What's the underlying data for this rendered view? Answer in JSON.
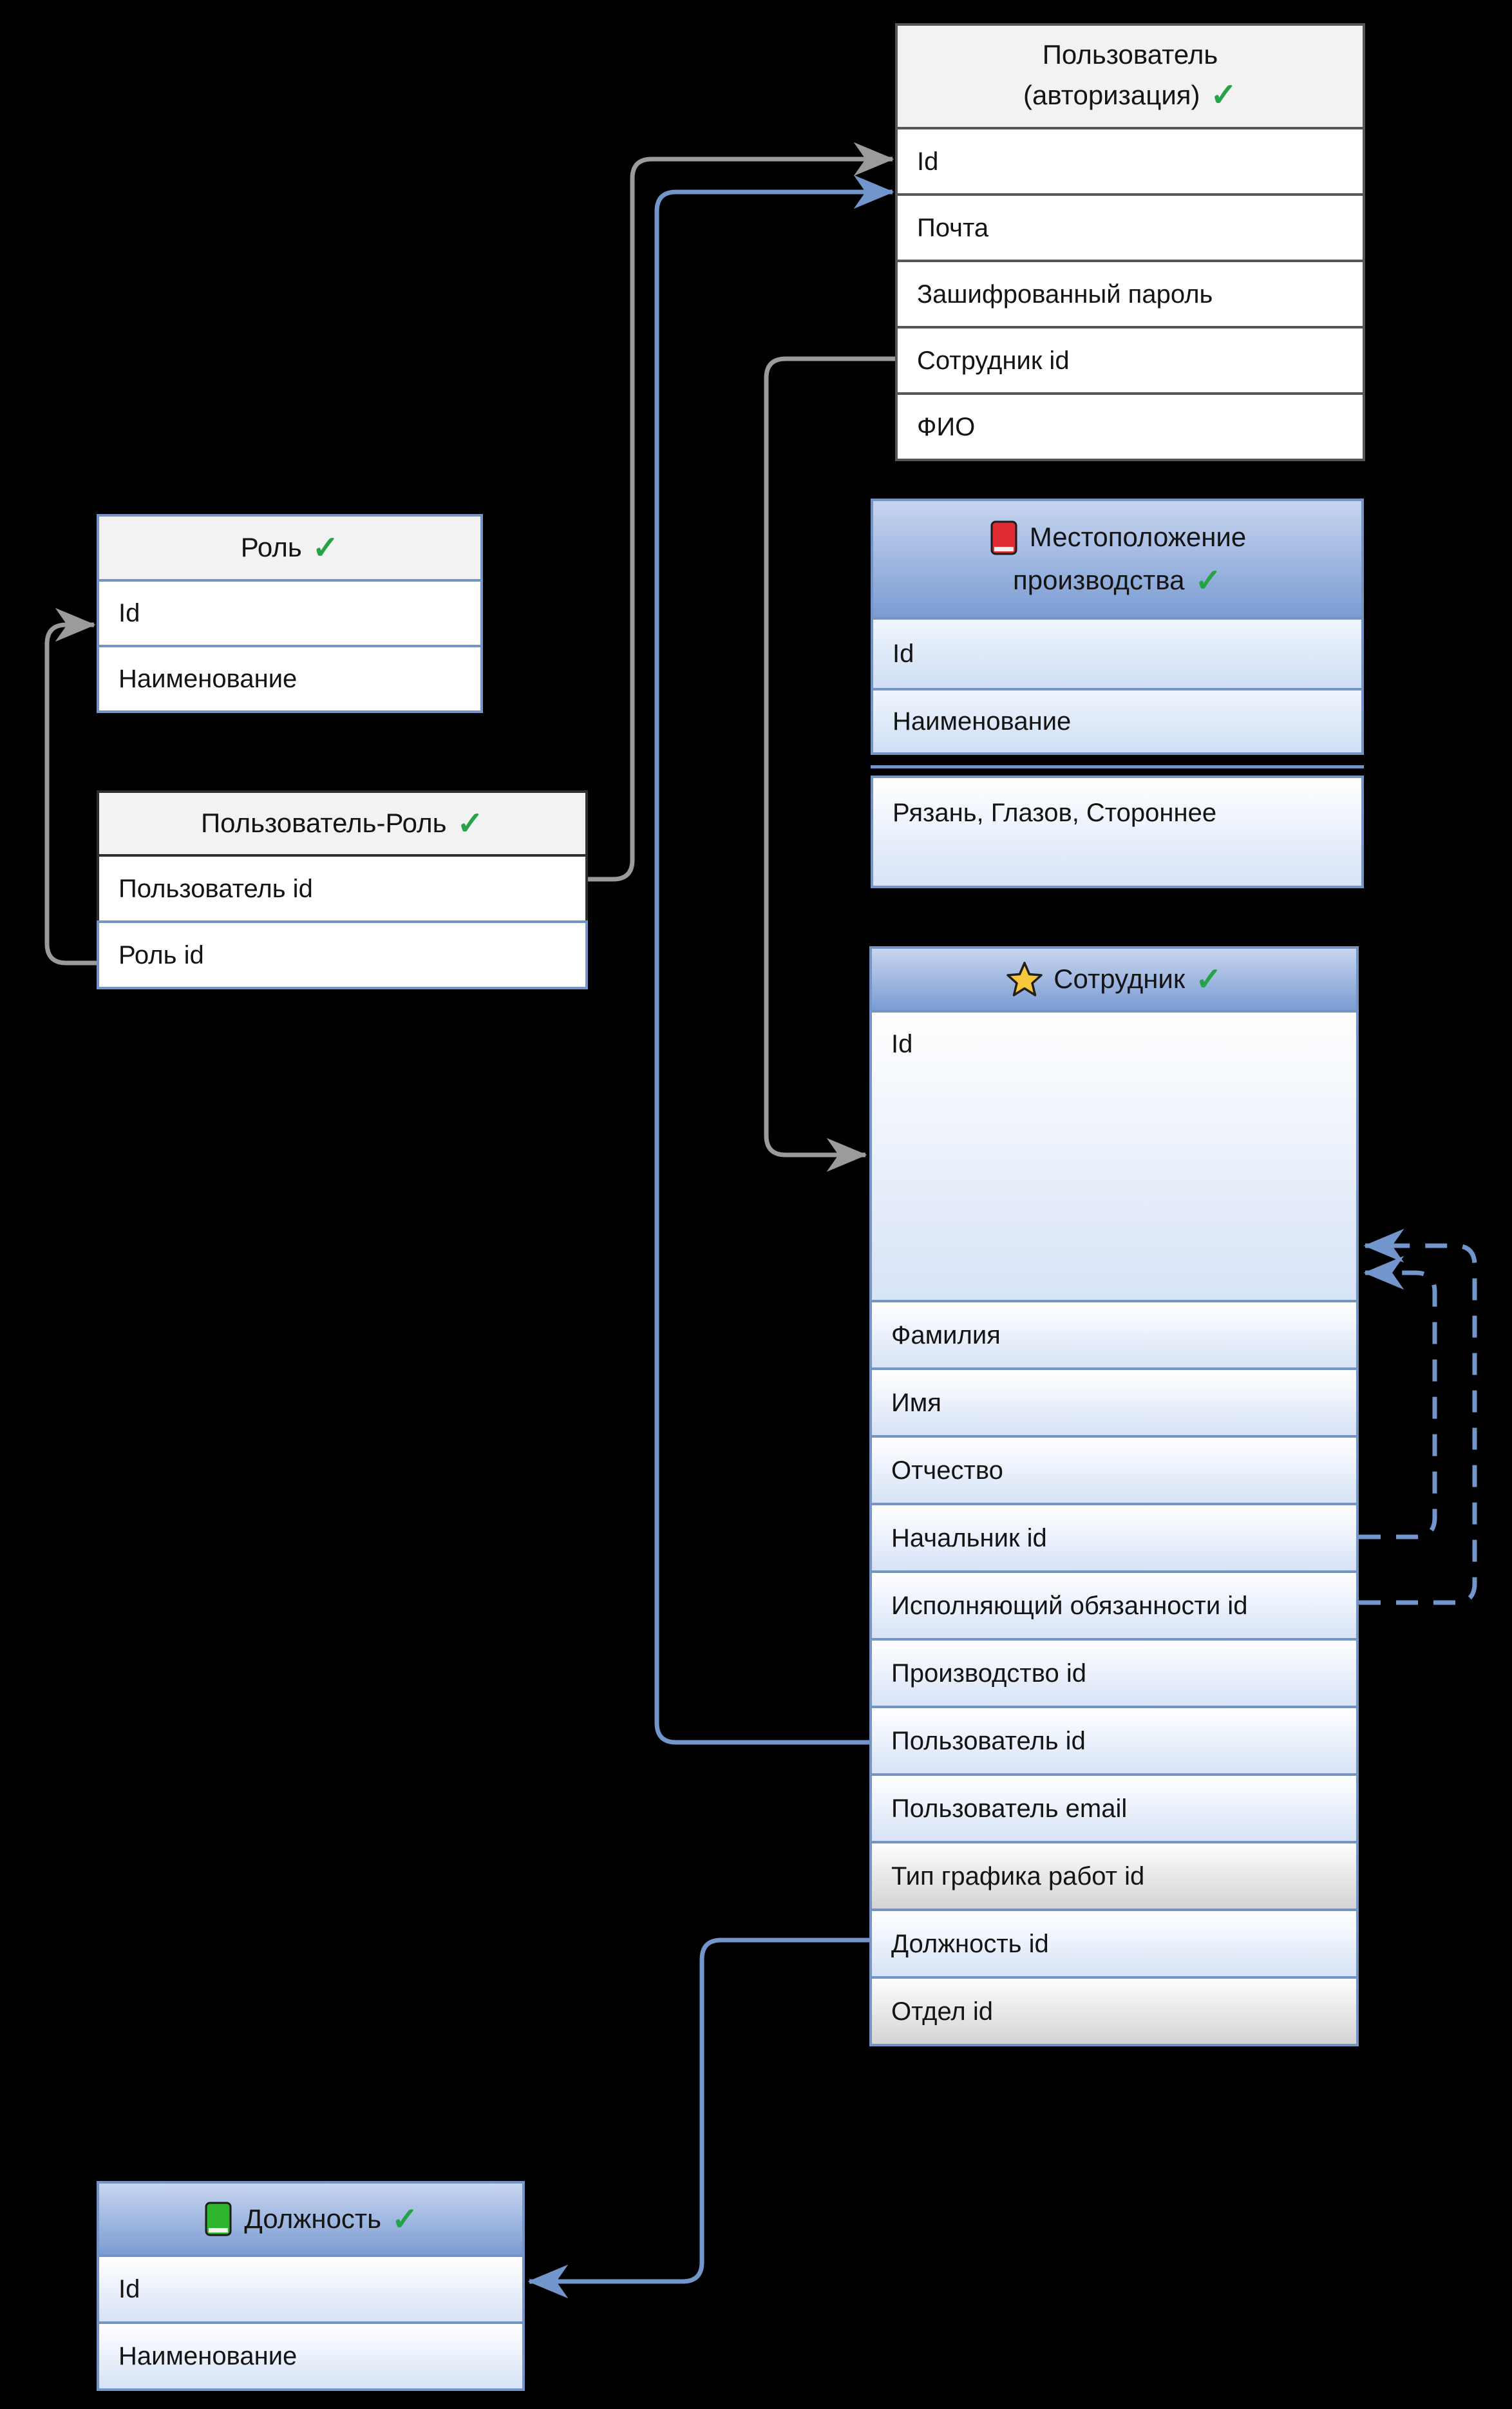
{
  "colors": {
    "c_bg": "#000000",
    "c_text": "#141414",
    "c_border_blue": "#7494c6",
    "c_border_dark": "#55565a",
    "c_border_black": "#2e2f31",
    "c_header_gray": "#f2f2f2",
    "c_grad_header_top": "#c7d5ef",
    "c_grad_header_bottom": "#7b9cd3",
    "c_grad_blue_top": "#ffffff",
    "c_grad_blue_bottom": "#d7e3f7",
    "c_grad_loc_top": "#eff5fd",
    "c_grad_loc_bottom": "#cfdff4",
    "c_grad_gray_top": "#fdfdfd",
    "c_grad_gray_bottom": "#d4d4d6",
    "c_connector_gray": "#9b9b9b",
    "c_connector_blue": "#7295cb",
    "c_check_green": "#27a347",
    "c_star_fill": "#f8c83c",
    "c_book_red": "#e02b35",
    "c_book_green": "#2db52d"
  },
  "icons": {
    "check": "✓"
  },
  "tables": {
    "user_auth": {
      "title_line1": "Пользователь",
      "title_line2": "(авторизация)",
      "rows": [
        "Id",
        "Почта",
        "Зашифрованный пароль",
        "Сотрудник id",
        "ФИО"
      ]
    },
    "role": {
      "title": "Роль",
      "rows": [
        "Id",
        "Наименование"
      ]
    },
    "user_role": {
      "title": "Пользователь-Роль",
      "rows": [
        "Пользователь id",
        "Роль id"
      ]
    },
    "location": {
      "title_line1": "Местоположение",
      "title_line2": "производства",
      "rows": [
        "Id",
        "Наименование"
      ],
      "data_row": "Рязань, Глазов, Стороннее"
    },
    "employee": {
      "title": "Сотрудник",
      "rows": [
        "Id",
        "Фамилия",
        "Имя",
        "Отчество",
        "Начальник id",
        "Исполняющий обязанности id",
        "Производство id",
        "Пользователь id",
        "Пользователь email",
        "Тип графика работ id",
        "Должность id",
        "Отдел id"
      ]
    },
    "position": {
      "title": "Должность",
      "rows": [
        "Id",
        "Наименование"
      ]
    }
  }
}
